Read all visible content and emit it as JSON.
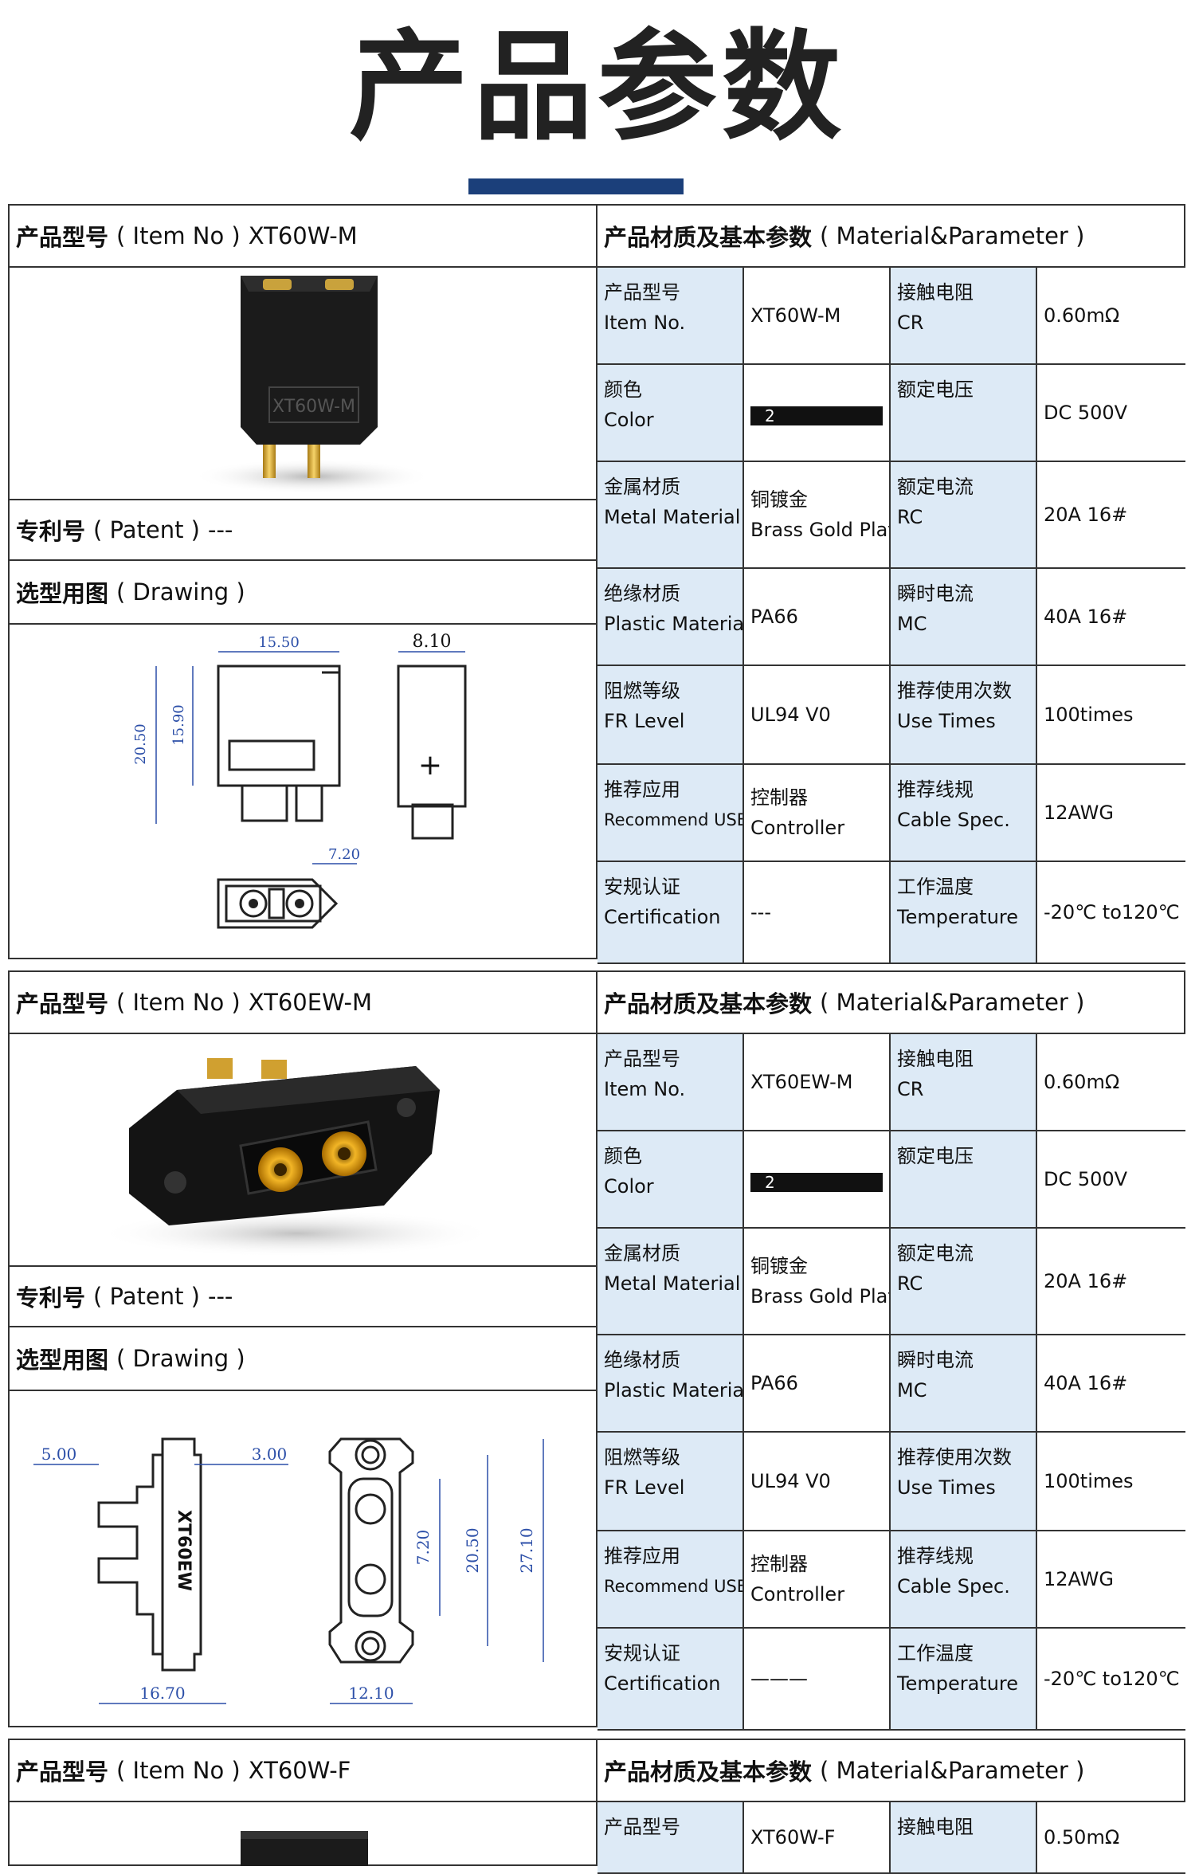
{
  "page_title": "产品参数",
  "blocks": [
    {
      "item_no_label": "产品型号",
      "item_no_en": "( Item No )",
      "item_no": "XT60W-M",
      "material_label": "产品材质及基本参数",
      "material_en": "( Material&Parameter )",
      "patent_label": "专利号",
      "patent_en": "( Patent )",
      "patent_value": "---",
      "drawing_label": "选型用图",
      "drawing_en": "( Drawing )",
      "product_label": "XT60W-M",
      "dims": [
        "15.50",
        "8.10",
        "20.50",
        "15.90",
        "7.20"
      ],
      "params": [
        {
          "l1a": "产品型号",
          "l1b": "Item No.",
          "v1a": "XT60W-M",
          "v1b": "",
          "l2a": "接触电阻",
          "l2b": "CR",
          "v2": "0.60mΩ"
        },
        {
          "l1a": "颜色",
          "l1b": "Color",
          "v1a": "2",
          "v1b": "",
          "l2a": "额定电压",
          "l2b": "",
          "v2": "DC 500V"
        },
        {
          "l1a": "金属材质",
          "l1b": "Metal Material",
          "v1a": "铜镀金",
          "v1b": "Brass Gold Plated",
          "l2a": "额定电流",
          "l2b": "RC",
          "v2": "20A 16#"
        },
        {
          "l1a": "绝缘材质",
          "l1b": "Plastic Material",
          "v1a": "PA66",
          "v1b": "",
          "l2a": "瞬时电流",
          "l2b": "MC",
          "v2": "40A 16#"
        },
        {
          "l1a": "阻燃等级",
          "l1b": "FR Level",
          "v1a": "UL94 V0",
          "v1b": "",
          "l2a": "推荐使用次数",
          "l2b": "Use Times",
          "v2": "100times"
        },
        {
          "l1a": "推荐应用",
          "l1b": "Recommend USE",
          "v1a": "控制器",
          "v1b": "Controller",
          "l2a": "推荐线规",
          "l2b": "Cable Spec.",
          "v2": "12AWG"
        },
        {
          "l1a": "安规认证",
          "l1b": "Certification",
          "v1a": "---",
          "v1b": "",
          "l2a": "工作温度",
          "l2b": "Temperature",
          "v2": "-20℃ to120℃"
        }
      ]
    },
    {
      "item_no_label": "产品型号",
      "item_no_en": "( Item No )",
      "item_no": "XT60EW-M",
      "material_label": "产品材质及基本参数",
      "material_en": "( Material&Parameter )",
      "patent_label": "专利号",
      "patent_en": "( Patent )",
      "patent_value": "---",
      "drawing_label": "选型用图",
      "drawing_en": "( Drawing )",
      "product_label": "XT60EW",
      "dims": [
        "5.00",
        "3.00",
        "16.70",
        "12.10",
        "7.20",
        "20.50",
        "27.10"
      ],
      "params": [
        {
          "l1a": "产品型号",
          "l1b": "Item No.",
          "v1a": "XT60EW-M",
          "v1b": "",
          "l2a": "接触电阻",
          "l2b": "CR",
          "v2": "0.60mΩ"
        },
        {
          "l1a": "颜色",
          "l1b": "Color",
          "v1a": "2",
          "v1b": "",
          "l2a": "额定电压",
          "l2b": "",
          "v2": "DC 500V"
        },
        {
          "l1a": "金属材质",
          "l1b": "Metal Material",
          "v1a": "铜镀金",
          "v1b": "Brass Gold Plated",
          "l2a": "额定电流",
          "l2b": "RC",
          "v2": "20A 16#"
        },
        {
          "l1a": "绝缘材质",
          "l1b": "Plastic Material",
          "v1a": "PA66",
          "v1b": "",
          "l2a": "瞬时电流",
          "l2b": "MC",
          "v2": "40A 16#"
        },
        {
          "l1a": "阻燃等级",
          "l1b": "FR Level",
          "v1a": "UL94 V0",
          "v1b": "",
          "l2a": "推荐使用次数",
          "l2b": "Use Times",
          "v2": "100times"
        },
        {
          "l1a": "推荐应用",
          "l1b": "Recommend USE",
          "v1a": "控制器",
          "v1b": "Controller",
          "l2a": "推荐线规",
          "l2b": "Cable Spec.",
          "v2": "12AWG"
        },
        {
          "l1a": "安规认证",
          "l1b": "Certification",
          "v1a": "———",
          "v1b": "",
          "l2a": "工作温度",
          "l2b": "Temperature",
          "v2": "-20℃ to120℃"
        }
      ]
    },
    {
      "item_no_label": "产品型号",
      "item_no_en": "( Item No )",
      "item_no": "XT60W-F",
      "material_label": "产品材质及基本参数",
      "material_en": "( Material&Parameter )",
      "params": [
        {
          "l1a": "产品型号",
          "l1b": "",
          "v1a": "XT60W-F",
          "v1b": "",
          "l2a": "接触电阻",
          "l2b": "",
          "v2": "0.50mΩ"
        }
      ]
    }
  ]
}
